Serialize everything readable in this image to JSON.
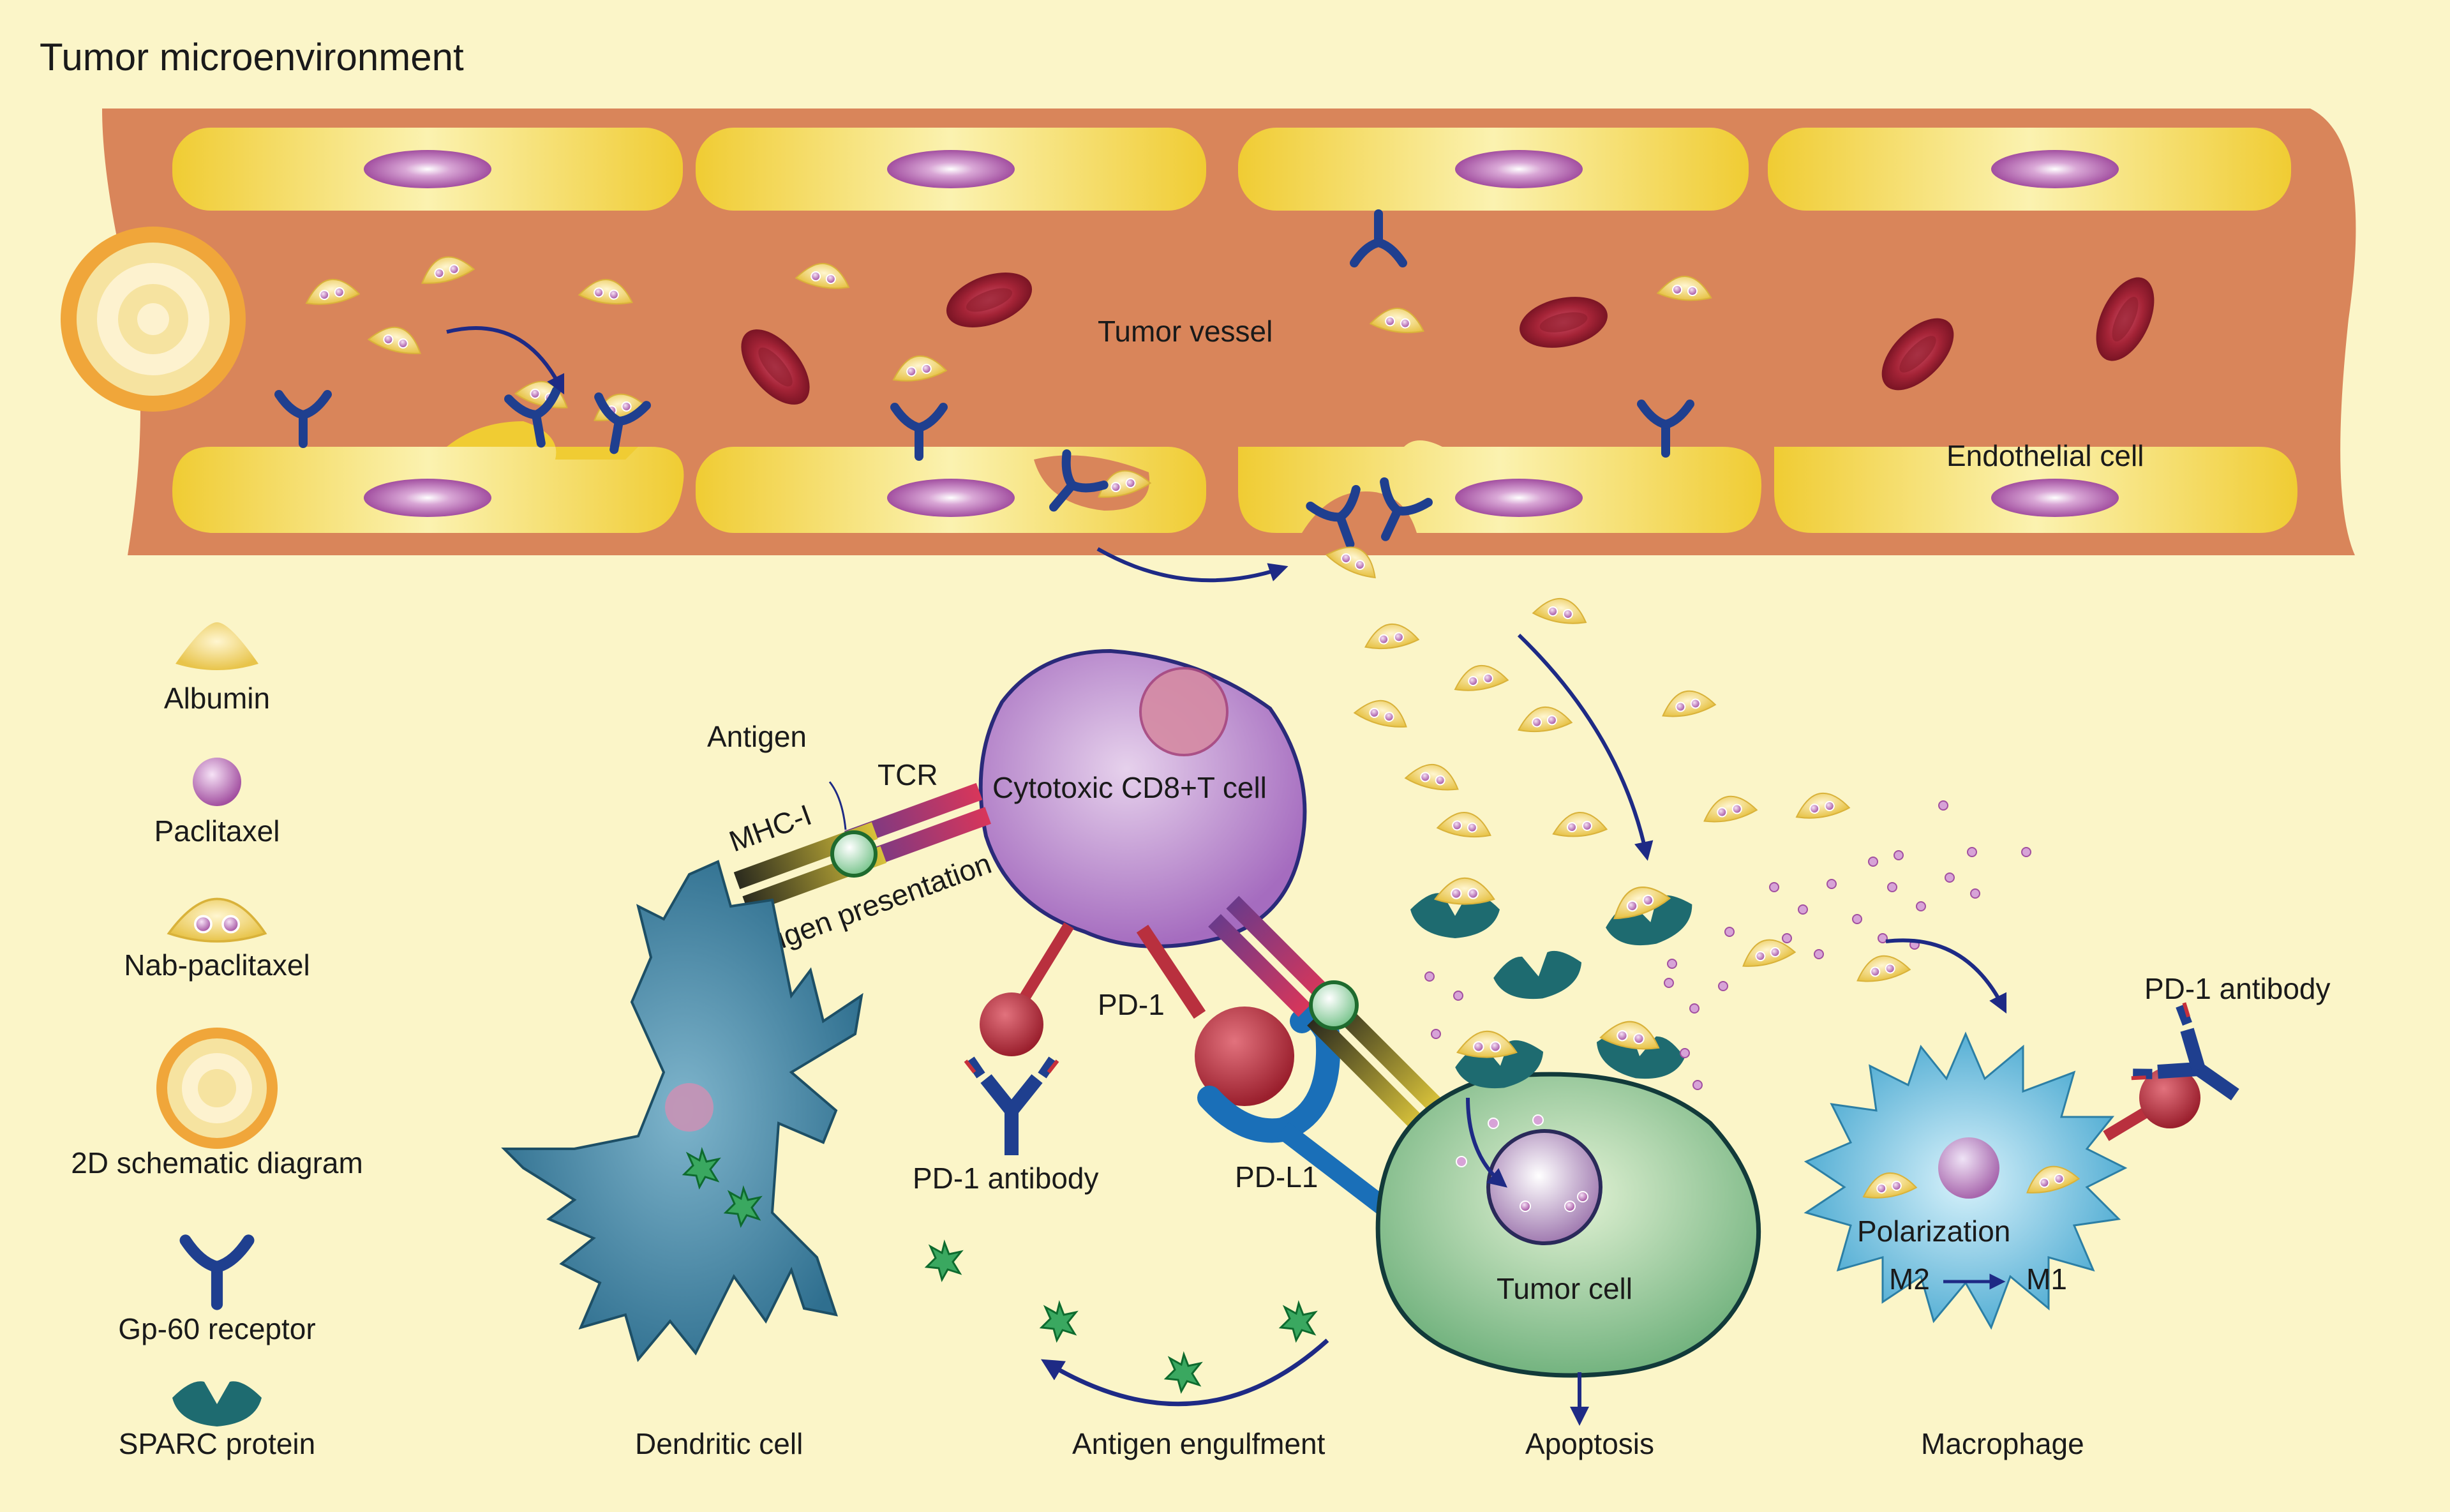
{
  "title": "Tumor microenvironment",
  "labels": {
    "vessel": "Tumor vessel",
    "endothelial": "Endothelial cell",
    "tcell": "Cytotoxic CD8+T cell",
    "antigen": "Antigen",
    "tcr": "TCR",
    "mhc": "MHC-I",
    "antigen_presentation": "Antigen presentation",
    "pd1": "PD-1",
    "pdl1": "PD-L1",
    "pd1_antibody_left": "PD-1 antibody",
    "pd1_antibody_right": "PD-1 antibody",
    "tumor_cell": "Tumor cell",
    "apoptosis": "Apoptosis",
    "dendritic": "Dendritic cell",
    "engulfment": "Antigen engulfment",
    "macrophage": "Macrophage",
    "polarization": "Polarization",
    "m2": "M2",
    "m1": "M1"
  },
  "legend": [
    {
      "icon": "albumin-icon",
      "label": "Albumin"
    },
    {
      "icon": "paclitaxel-icon",
      "label": "Paclitaxel"
    },
    {
      "icon": "nab-paclitaxel-icon",
      "label": "Nab-paclitaxel"
    },
    {
      "icon": "schematic-2d-icon",
      "label": "2D schematic diagram"
    },
    {
      "icon": "gp60-receptor-icon",
      "label": "Gp-60 receptor"
    },
    {
      "icon": "sparc-protein-icon",
      "label": "SPARC protein"
    }
  ],
  "colors": {
    "background": "#fbf5c8",
    "vessel": "#d9855a",
    "endothelial": "#ecc73a",
    "nucleus": "#b45fb0",
    "rbc": "#9e2233",
    "receptor": "#1f3f8f",
    "sparc": "#1e6b70",
    "tcell": "#b77cc9",
    "tumor": "#8ec58f",
    "dendritic": "#3b7d9a",
    "macrophage": "#5fb6d8",
    "pd1": "#b9303e",
    "arrow": "#1e2a85"
  }
}
